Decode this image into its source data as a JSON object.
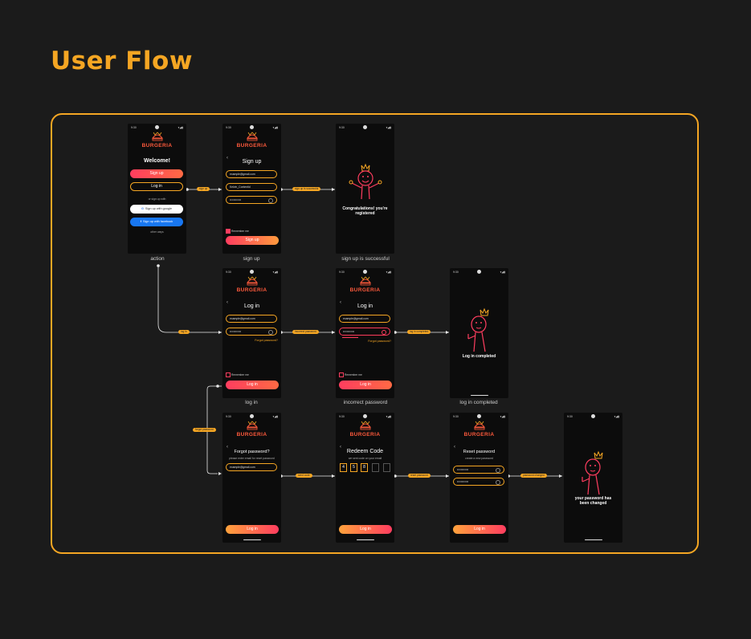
{
  "title": "User Flow",
  "phones": {
    "welcome": {
      "time": "9:30",
      "brand": "BURGERIA",
      "heading": "Welcome!",
      "signup": "Sign up",
      "login": "Log in",
      "or": "or sign up with",
      "google": "Sign up with google",
      "facebook": "Sign up with facebook",
      "other": "other ways",
      "caption": "action"
    },
    "signup": {
      "time": "9:30",
      "brand": "BURGERIA",
      "heading": "Sign up",
      "email": "example@gmail.com",
      "name": "Kelvin_Contentid",
      "password": "••••••••••••",
      "remember": "Remember me",
      "button": "Sign up",
      "caption": "sign up"
    },
    "signup_success": {
      "time": "9:30",
      "message": "Congratulations! you're registered",
      "caption": "sign up is successful"
    },
    "login": {
      "time": "9:30",
      "brand": "BURGERIA",
      "heading": "Log in",
      "email": "example@gmail.com",
      "password": "••••••••••••",
      "forgot": "Forgot password?",
      "remember": "Remember me",
      "button": "Log in",
      "caption": "log in"
    },
    "login_error": {
      "time": "9:30",
      "brand": "BURGERIA",
      "heading": "Log in",
      "email": "example@gmail.com",
      "password": "••••••••••••",
      "forgot": "Forgot password?",
      "remember": "Remember me",
      "button": "Log in",
      "caption": "incorrect password"
    },
    "login_done": {
      "time": "9:30",
      "message": "Log in completed",
      "caption": "log in completed"
    },
    "forgot": {
      "time": "9:30",
      "brand": "BURGERIA",
      "heading": "Forgot password?",
      "hint": "please enter email for reset password",
      "email": "example@gmail.com",
      "button": "Log in"
    },
    "redeem": {
      "time": "9:30",
      "brand": "BURGERIA",
      "heading": "Redeem Code",
      "hint": "we sent code on your email",
      "digits": [
        "4",
        "5",
        "8",
        "",
        ""
      ],
      "button": "Log in"
    },
    "reset": {
      "time": "9:30",
      "brand": "BURGERIA",
      "heading": "Reset password",
      "hint": "create a new password",
      "pw1": "••••••••••••",
      "pw2": "••••••••••••",
      "button": "Log in"
    },
    "changed": {
      "time": "9:30",
      "message": "your password has been changed"
    }
  },
  "tags": {
    "t_signup": "sign up",
    "t_success": "sign up is successful",
    "t_login": "log in",
    "t_incorrect": "incorrect password",
    "t_completed": "log in completed",
    "t_forgot": "forgot password",
    "t_send": "send code",
    "t_reset": "reset password",
    "t_changed": "password changed"
  },
  "colors": {
    "accent": "#f5a623",
    "brand": "#ff3d5f",
    "background": "#1b1b1b"
  }
}
